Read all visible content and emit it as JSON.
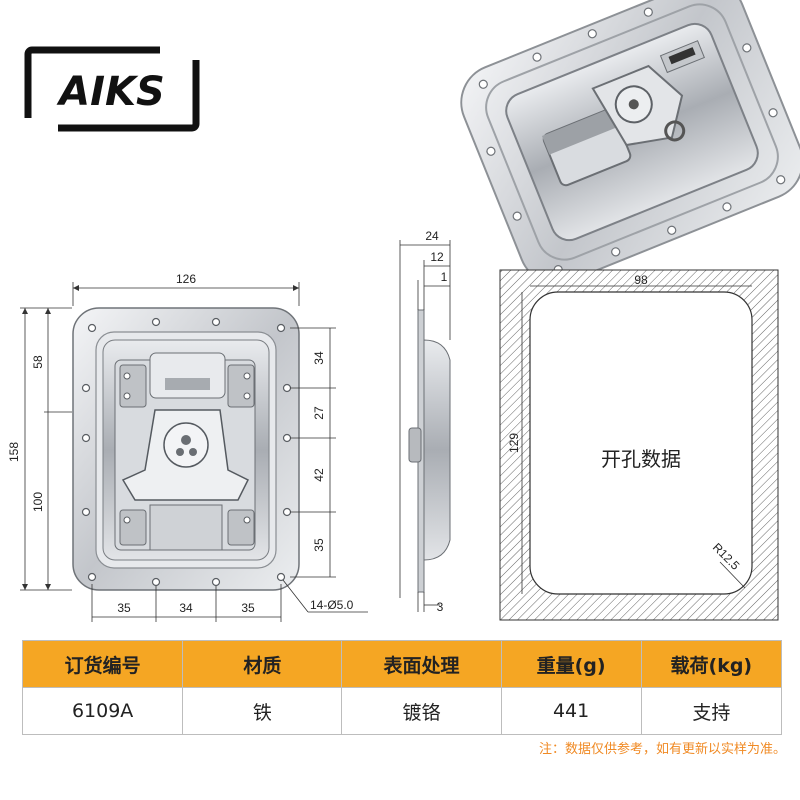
{
  "brand": {
    "logo_text": "AIKS"
  },
  "front_view": {
    "width_dim": "126",
    "height_dim": "158",
    "left_dim_upper": "58",
    "left_dim_lower": "100",
    "right_dims": [
      "34",
      "27",
      "42",
      "35"
    ],
    "bottom_dims": [
      "35",
      "34",
      "35"
    ],
    "hole_callout": "14-Ø5.0"
  },
  "side_view": {
    "top_dims": [
      "24",
      "12",
      "1"
    ],
    "bottom_dim": "3"
  },
  "cutout": {
    "width_dim": "98",
    "height_dim": "129",
    "radius_dim": "R12.5",
    "center_label": "开孔数据"
  },
  "spec_table": {
    "headers": [
      "订货编号",
      "材质",
      "表面处理",
      "重量(g)",
      "载荷(kg)"
    ],
    "values": [
      "6109A",
      "铁",
      "镀铬",
      "441",
      "支持"
    ]
  },
  "note": "注：数据仅供参考，如有更新以实样为准。",
  "colors": {
    "header_bg": "#f5a623",
    "note": "#f08a24",
    "metal": "#c9ccd0"
  }
}
